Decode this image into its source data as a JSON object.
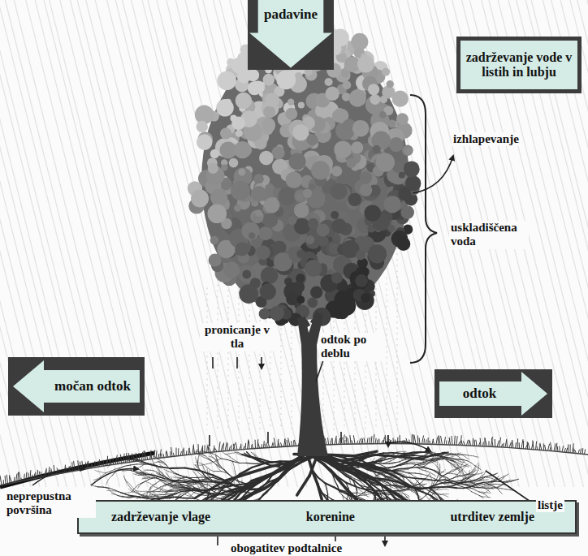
{
  "diagram": {
    "nodes": [
      {
        "text": [
          "padavine"
        ]
      },
      {
        "text": [
          "zadrževanje vode v listih in lubju"
        ]
      },
      {
        "text": [
          "močan odtok"
        ]
      },
      {
        "text": [
          "odtok"
        ]
      },
      {
        "text": [
          "zadrževanje vlage",
          "korenine",
          "utrditev zemlje"
        ]
      }
    ],
    "labels": [
      "izhlapevanje",
      "uskladiščena voda",
      "odtok po deblu",
      "pronicanje v tla",
      "listje",
      "neprepustna površina",
      "obogatitev podtalnice"
    ]
  }
}
